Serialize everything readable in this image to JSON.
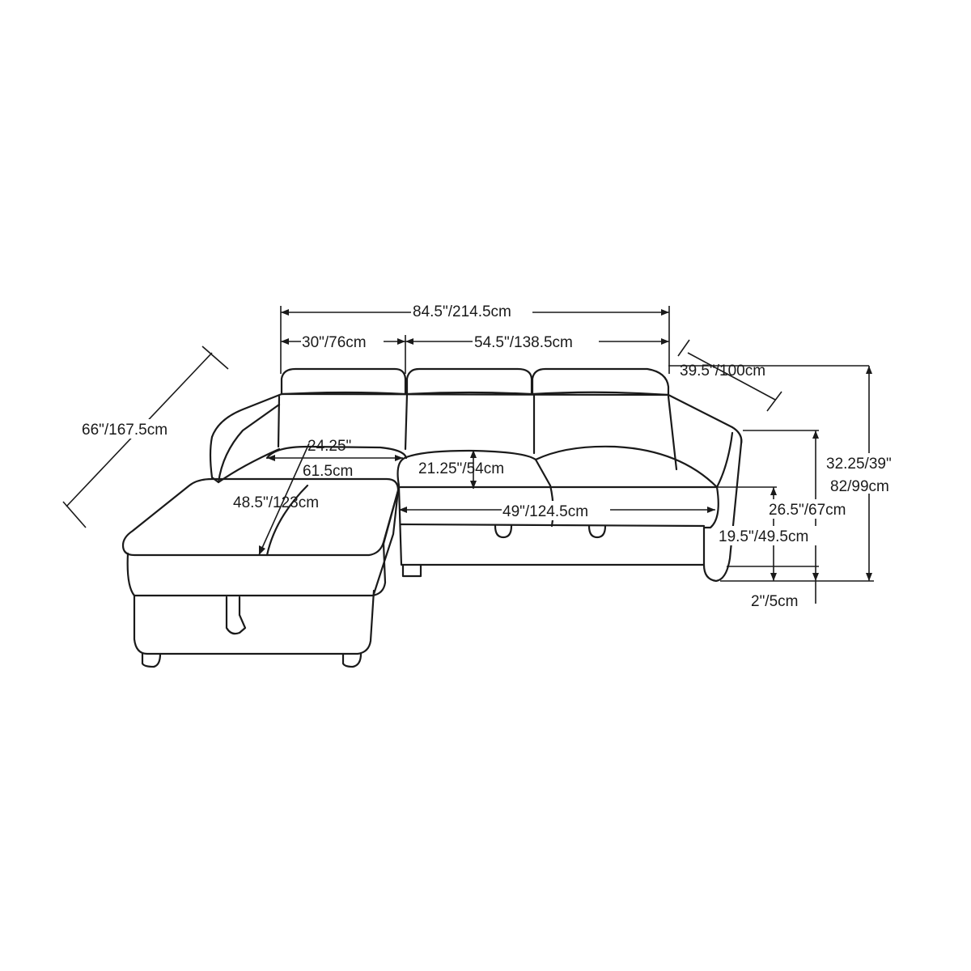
{
  "dimensions": {
    "overall_width": "84.5\"/214.5cm",
    "chaise_width": "30\"/76cm",
    "sofa_width": "54.5\"/138.5cm",
    "overall_depth": "39.5\"/100cm",
    "chaise_length": "66\"/167.5cm",
    "seat_depth_in": "24.25\"",
    "seat_depth_cm": "61.5cm",
    "chaise_seat_length": "48.5\"/123cm",
    "cushion_height": "21.25\"/54cm",
    "seat_width": "49\"/124.5cm",
    "height_in": "32.25/39\"",
    "height_cm": "82/99cm",
    "arm_height": "26.5\"/67cm",
    "seat_height": "19.5\"/49.5cm",
    "leg_height": "2\"/5cm"
  },
  "colors": {
    "line": "#1a1a1a",
    "background": "#ffffff"
  }
}
